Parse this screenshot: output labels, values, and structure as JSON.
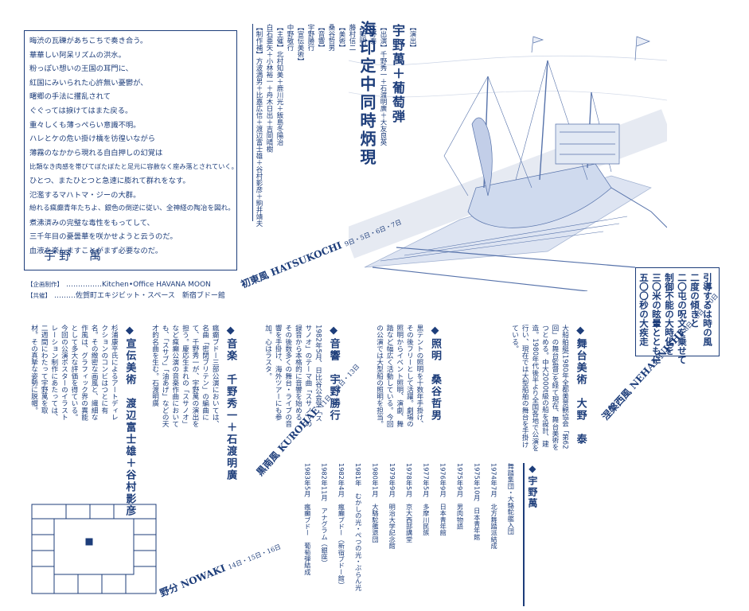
{
  "poem": {
    "lines": [
      "晦渋の瓦礫があちこちで奏き合う。",
      "華華しい阿呆リズムの洪水。",
      "粉っぽい想いの王国の耳門に、",
      "紅国にみいられた心許無い憂鬱が、",
      "曙郷の手法に攫乱されて",
      "ぐぐっては捩けてはまた戻る。",
      "重々しくも薄っぺらい意識不明。",
      "ハレとケの危い掛け橋を彷徨いながら",
      "薄霧のなかから現れる自白押しの幻覚は",
      "比類なき肉感を帯びてぼたぼたと足元に容赦なく座み落とされていく。",
      "ひとつ、またひとつと急速に膨れて群れをなす。",
      "氾濫するマハトマ・ジーの大群。",
      "紛れる瘋癲青年たちよ、銀色の倒逆に従い、全神経の陶冶を図れ。",
      "煮沸済みの完璧な毒性をもってして、",
      "三千年目の憂曇華を咲かせようと云うのだ。",
      "血液を楽しますことがまず必要なのだ。"
    ],
    "signature": "宇野　萬"
  },
  "credits": [
    {
      "label": "【企画制作】",
      "value": "……………Kitchen•Office HAVANA MOON"
    },
    {
      "label": "【共催】",
      "value": "………佐賀町エキジビット・スペース　新宿ブドー館"
    }
  ],
  "title": "海印定中同時炳現",
  "staff": {
    "cols": [
      {
        "text": "【演出】",
        "big": false
      },
      {
        "text": "宇野萬＋葡萄弾",
        "big": true
      },
      {
        "text": "【出演】千野秀一＋石渡明廣＋大友良英",
        "big": false
      },
      {
        "text": "大野泰",
        "big": false
      },
      {
        "text": "【照明】",
        "big": false
      },
      {
        "text": "藤村信二",
        "big": false
      },
      {
        "text": "【美術】",
        "big": false
      },
      {
        "text": "桑谷哲男",
        "big": false
      },
      {
        "text": "【音響】",
        "big": false
      },
      {
        "text": "宇野勝行",
        "big": false
      },
      {
        "text": "【宣伝美術】",
        "big": false
      },
      {
        "text": "中野敬行",
        "big": false
      },
      {
        "text": "【主催】北村知美＋鹿川光＋飯島冬陽治",
        "big": false
      },
      {
        "text": "白石亜矢＋小林裕一＋舟木日出＋吉岡晴樹",
        "big": false
      },
      {
        "text": "【制作補】方波満男＋比嘉広信＋渡辺富士雄＋谷村影彦＋駒井靖夫",
        "big": false
      }
    ]
  },
  "quote": {
    "lines": [
      "引導するは時の風",
      "二度の傾きと",
      "二〇屯の呪文を乗せて",
      "制御不能の大時化を",
      "三〇米の眩暈とともに",
      "五〇〇秒の大疾走"
    ]
  },
  "runs": {
    "hatsukochi": {
      "name": "初東風",
      "roman": "HATSUKOCHI",
      "dates": "9日・5日・6日・7日"
    },
    "nehannishi": {
      "name": "涅槃西風",
      "roman": "NEHANNISHI",
      "dates": "8日・9日・10日"
    },
    "kurohae": {
      "name": "黒南風",
      "roman": "KUROHAE",
      "dates": "11日・12日・13日"
    },
    "nowaki": {
      "name": "野分",
      "roman": "NOWAKI",
      "dates": "14日・15日・16日"
    }
  },
  "sections": {
    "butai": {
      "title": "◆舞台美術　大野　泰",
      "body": "大船舶艇(1980年全都美景観協会「第62回」の舞台監督)を経て現在、舞台美術をつとめる。中大2000t級の船を設計、建造。1980年代後半より全国各地で公演を行い、現在では大型船舶の舞台を手掛けている。"
    },
    "shomei": {
      "title": "◆照明　桑谷哲男",
      "body": "黒テントの照明を十数年手掛け、その後フリーとして活躍。劇場の照明からイベント照明、演劇、舞踏など幅広く活動している。今回の公演では大型船の照明を担当。"
    },
    "onkyo": {
      "title": "◆音響　宇野勝行",
      "body": "1982年5月、日比谷公会堂「スサノオ」のテーマ曲「スサノ」の録音から本格的に音響を始める。その後数多くの舞台・ライブの音響を手掛け、海外ツアーにも参加。心はラスタ。"
    },
    "ongaku": {
      "title": "◆音楽　千野秀一＋石渡明廣",
      "body": "瘋癲ブドー三部公演においては、名曲「密閉ブリテン」の編曲にて、千野秀一が、宇野萬の演出を担う。慶応生まれの「スサノオ」など瘋癲公演の音楽作曲においても、「スサブ」「油あげ」などの天才的名曲を生む。石渡明廣"
    },
    "senden": {
      "title": "◆宣伝美術　渡辺富士雄＋谷村影彦",
      "body": "杉浦康平氏によるアートディレクションのコンビはつとに有名。その緻密な画風と、繊細な作風は、グラフィック界の異能として多大な評価を得ている。今回の公演ポスターのイラストレーション制作にあたっては、二週間にわたって宇野萬を取材。その真摯な姿勢に脱帽。"
    }
  },
  "chronology": {
    "header": "◆宇野萬",
    "entries": [
      "舞踏集団・大駱駝艦入団",
      "1974年7月　北方舞踏派結成",
      "1975年10月　日本青年館",
      "1975年9月　男肉物語",
      "1976年9月　日本青年館",
      "1977年5月　多摩川民族",
      "1978年5月　京大西部講堂",
      "1979年9月　明治大学記念館",
      "1980年1月　大駱駝艦退団",
      "1981年　むかしの光・ぺつの光・ぶらん光",
      "1982年4月　瘋癲ブドー（新宿ブドー館）",
      "1982年11月　アナグラム（銀座）",
      "1983年5月　瘋癲ブドー　葡萄弾結成"
    ]
  }
}
